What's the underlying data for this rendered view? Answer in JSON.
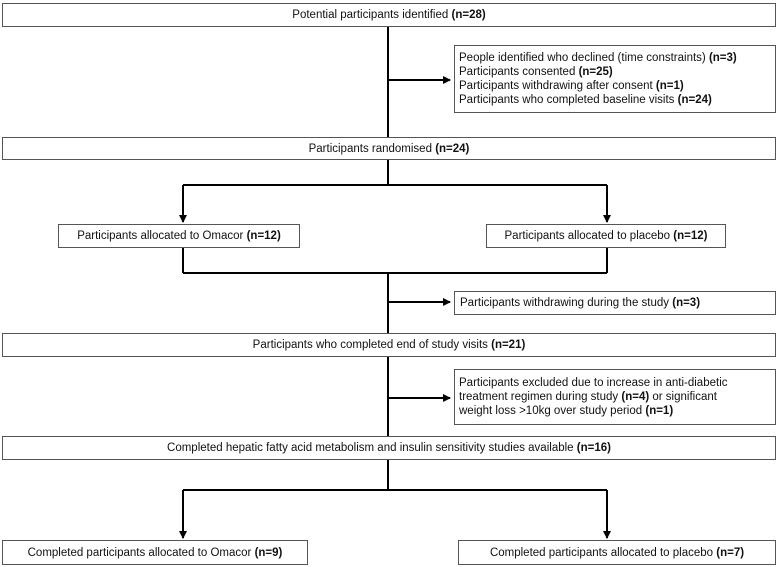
{
  "boxes": {
    "identified": {
      "text": "Potential participants identified",
      "n": "(n=28)"
    },
    "screening": [
      {
        "text": "People identified who declined (time constraints)",
        "n": "(n=3)"
      },
      {
        "text": "Participants consented",
        "n": "(n=25)"
      },
      {
        "text": "Participants withdrawing after consent",
        "n": "(n=1)"
      },
      {
        "text": "Participants who completed baseline visits",
        "n": "(n=24)"
      }
    ],
    "randomised": {
      "text": "Participants randomised",
      "n": "(n=24)"
    },
    "omacor": {
      "text": "Participants allocated to Omacor",
      "n": "(n=12)"
    },
    "placebo": {
      "text": "Participants allocated to placebo",
      "n": "(n=12)"
    },
    "withdrawing": {
      "text": "Participants withdrawing during the study",
      "n": "(n=3)"
    },
    "completed_end": {
      "text": "Participants who completed end of study visits",
      "n": "(n=21)"
    },
    "excluded": {
      "line1": "Participants excluded due to increase in anti-diabetic",
      "line2a": "treatment regimen during study",
      "line2n": "(n=4)",
      "line2b": "or significant",
      "line3a": "weight loss >10kg over study period",
      "line3n": "(n=1)"
    },
    "hepatic": {
      "text": "Completed hepatic fatty acid metabolism and insulin sensitivity studies available",
      "n": "(n=16)"
    },
    "final_omacor": {
      "text": "Completed participants allocated to Omacor",
      "n": "(n=9)"
    },
    "final_placebo": {
      "text": "Completed participants allocated to placebo",
      "n": "(n=7)"
    }
  }
}
